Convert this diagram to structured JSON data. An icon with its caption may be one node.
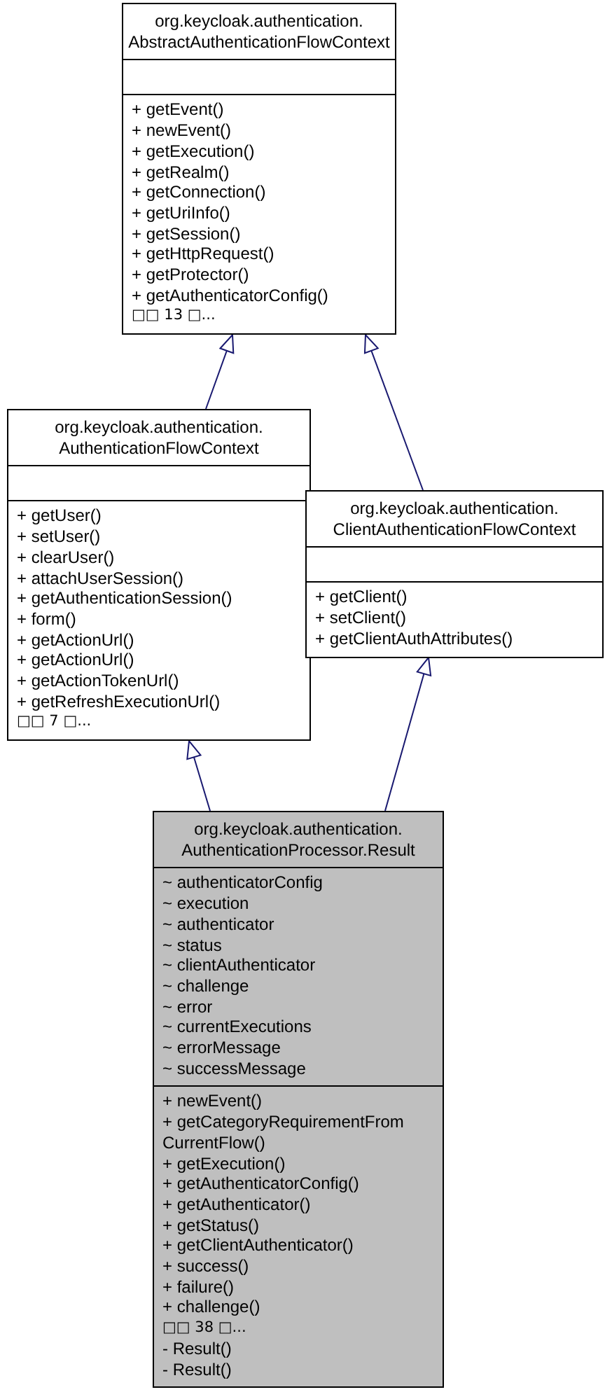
{
  "diagram": {
    "nodes": [
      {
        "text": [
          "org.keycloak.authentication. AbstractAuthenticationFlowContext",
          "+ getEvent()",
          "+ newEvent()",
          "+ getExecution()",
          "+ getRealm()",
          "+ getConnection()",
          "+ getUriInfo()",
          "+ getSession()",
          "+ getHttpRequest()",
          "+ getProtector()",
          "+ getAuthenticatorConfig()",
          "□□ 13 □..."
        ]
      },
      {
        "text": [
          "org.keycloak.authentication. AuthenticationFlowContext",
          "+ getUser()",
          "+ setUser()",
          "+ clearUser()",
          "+ attachUserSession()",
          "+ getAuthenticationSession()",
          "+ form()",
          "+ getActionUrl()",
          "+ getActionUrl()",
          "+ getActionTokenUrl()",
          "+ getRefreshExecutionUrl()",
          "□□ 7 □..."
        ]
      },
      {
        "text": [
          "org.keycloak.authentication. ClientAuthenticationFlowContext",
          "+ getClient()",
          "+ setClient()",
          "+ getClientAuthAttributes()"
        ]
      },
      {
        "text": [
          "org.keycloak.authentication. AuthenticationProcessor.Result",
          "~ authenticatorConfig",
          "~ execution",
          "~ authenticator",
          "~ status",
          "~ clientAuthenticator",
          "~ challenge",
          "~ error",
          "~ currentExecutions",
          "~ errorMessage",
          "~ successMessage",
          "+ newEvent()",
          "+ getCategoryRequirementFrom CurrentFlow()",
          "+ getExecution()",
          "+ getAuthenticatorConfig()",
          "+ getAuthenticator()",
          "+ getStatus()",
          "+ getClientAuthenticator()",
          "+ success()",
          "+ failure()",
          "+ challenge()",
          "□□ 38 □...",
          "- Result()",
          "- Result()"
        ]
      }
    ],
    "edges": [
      {
        "from": 1,
        "to": 0,
        "arrow": "to"
      },
      {
        "from": 2,
        "to": 0,
        "arrow": "to"
      },
      {
        "from": 3,
        "to": 1,
        "arrow": "to"
      },
      {
        "from": 3,
        "to": 2,
        "arrow": "to"
      }
    ]
  }
}
